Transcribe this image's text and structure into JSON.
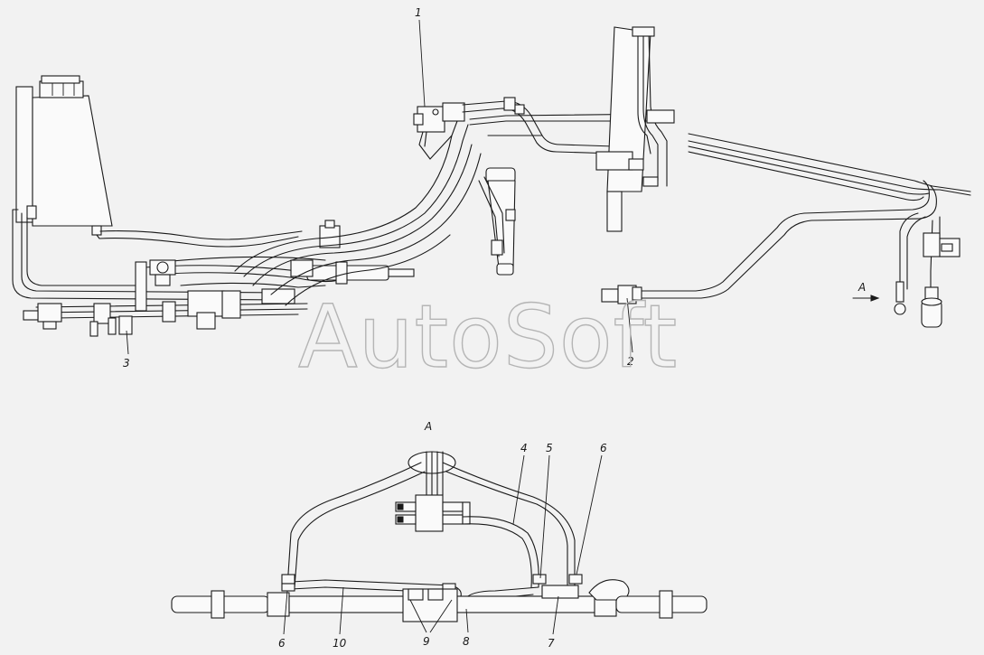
{
  "watermark": "AutoSoft",
  "view_marker": "A",
  "section_title": "A",
  "callouts_top": {
    "c1": "1",
    "c2": "2",
    "c3": "3"
  },
  "callouts_bottom": {
    "c4": "4",
    "c5": "5",
    "c6a": "6",
    "c6b": "6",
    "c7": "7",
    "c8": "8",
    "c9": "9",
    "c10": "10"
  }
}
